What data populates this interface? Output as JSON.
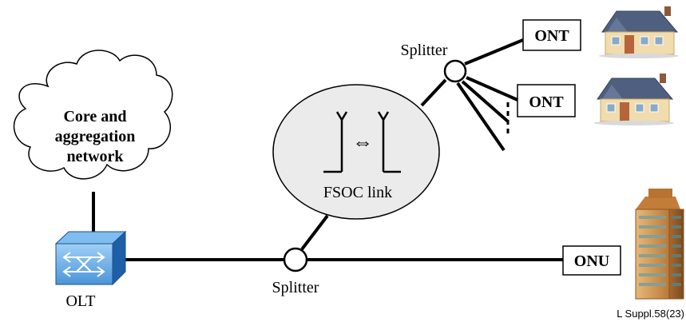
{
  "cloud": {
    "line1": "Core and",
    "line2": "aggregation",
    "line3": "network"
  },
  "olt": {
    "label": "OLT"
  },
  "splitter_bottom": {
    "label": "Splitter"
  },
  "splitter_top": {
    "label": "Splitter"
  },
  "fsoc": {
    "label": "FSOC link",
    "arrow": "⇔"
  },
  "ont_1": {
    "label": "ONT"
  },
  "ont_2": {
    "label": "ONT"
  },
  "onu": {
    "label": "ONU"
  },
  "footer": {
    "ref": "L Suppl.58(23)"
  },
  "colors": {
    "olt_front": "#6fb0e8",
    "olt_side": "#1f5fa8",
    "house_wall": "#f1dcae",
    "house_roof": "#4f5f7f",
    "building": "#d09a55"
  }
}
